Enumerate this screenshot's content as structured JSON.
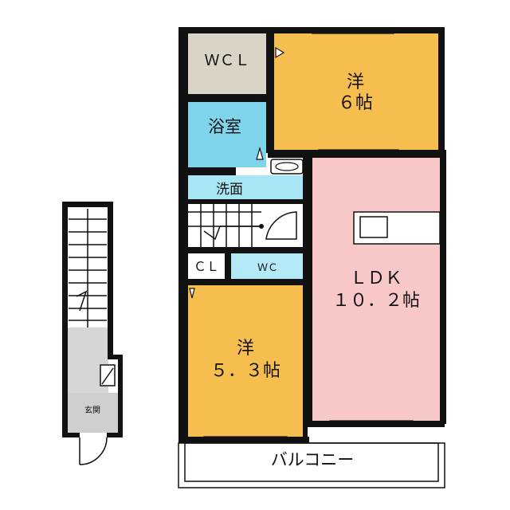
{
  "floorplan": {
    "rooms": {
      "wcl": {
        "label": "ＷＣＬ",
        "color": "#d9d4c6"
      },
      "western_6": {
        "label_line1": "洋",
        "label_line2": "６帖",
        "color": "#f6bd4f"
      },
      "bath": {
        "label": "浴室",
        "color": "#7fd3ea"
      },
      "washroom": {
        "label": "洗面",
        "color": "#a9e6f5"
      },
      "cl": {
        "label": "ＣＬ",
        "color": "#ffffff"
      },
      "wc": {
        "label": "ＷＣ",
        "color": "#b4e9f7"
      },
      "ldk": {
        "label_line1": "ＬＤＫ",
        "label_line2": "１０．２帖",
        "color": "#f8c8c8"
      },
      "western_5": {
        "label_line1": "洋",
        "label_line2": "５．３帖",
        "color": "#f6bd4f"
      },
      "balcony": {
        "label": "バルコニー",
        "color": "#ffffff"
      },
      "entrance": {
        "label": "玄関",
        "color": "#cfcfcf"
      }
    },
    "colors": {
      "wall": "#111111",
      "floor_gray": "#d6d6d6"
    }
  }
}
